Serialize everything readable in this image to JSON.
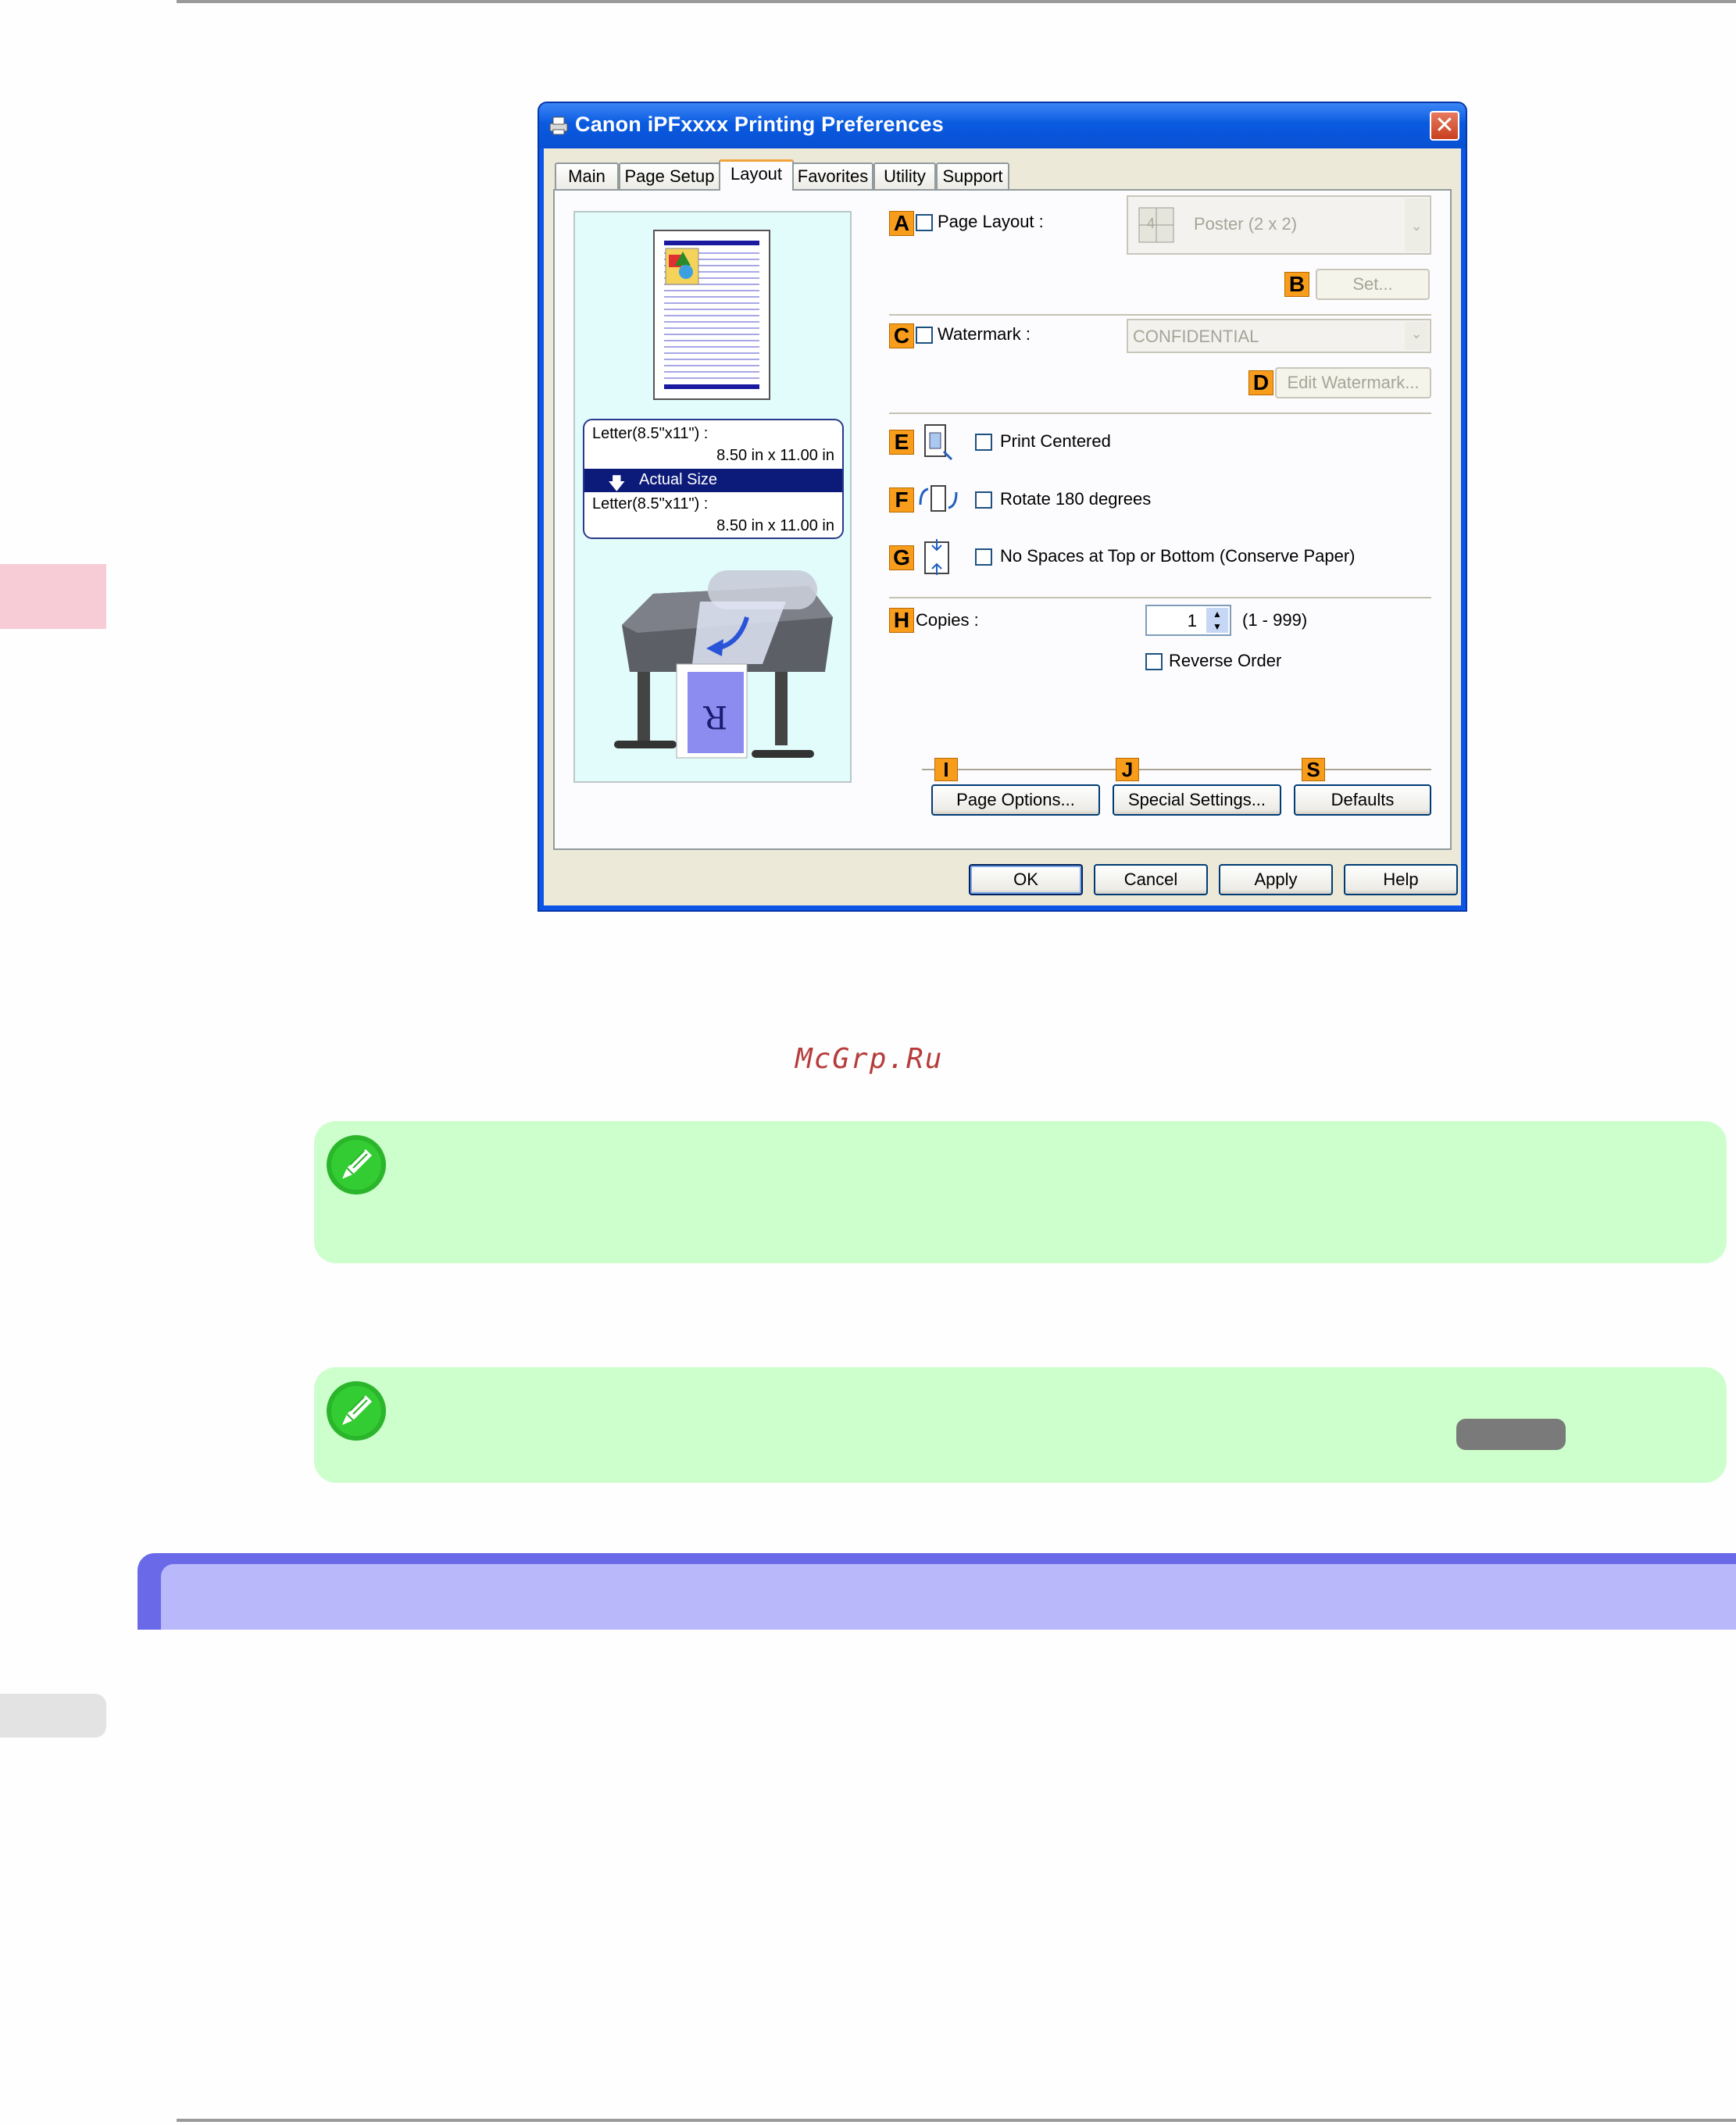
{
  "dialog": {
    "title": "Canon iPFxxxx Printing Preferences",
    "close_glyph": "✕",
    "tabs": [
      "Main",
      "Page Setup",
      "Layout",
      "Favorites",
      "Utility",
      "Support"
    ],
    "active_tab": "Layout",
    "preview": {
      "original_size": "Letter(8.5\"x11\") :",
      "original_dims": "8.50 in x 11.00 in",
      "scale": "Actual Size",
      "output_size": "Letter(8.5\"x11\") :",
      "output_dims": "8.50 in x 11.00 in",
      "printer_letter": "R"
    },
    "labels": {
      "A": "A",
      "B": "B",
      "C": "C",
      "D": "D",
      "E": "E",
      "F": "F",
      "G": "G",
      "H": "H",
      "I": "I",
      "J": "J",
      "S": "S"
    },
    "page_layout": {
      "label": "Page Layout :",
      "value": "Poster (2 x 2)",
      "icon_num": "4"
    },
    "set_button": "Set...",
    "watermark": {
      "label": "Watermark :",
      "value": "CONFIDENTIAL"
    },
    "edit_watermark_button": "Edit Watermark...",
    "print_centered": "Print Centered",
    "rotate": "Rotate 180 degrees",
    "no_spaces": "No Spaces at Top or Bottom (Conserve Paper)",
    "copies": {
      "label": "Copies :",
      "value": "1",
      "range": "(1 - 999)"
    },
    "reverse_order": "Reverse Order",
    "page_options_button": "Page Options...",
    "special_settings_button": "Special Settings...",
    "defaults_button": "Defaults",
    "ok_button": "OK",
    "cancel_button": "Cancel",
    "apply_button": "Apply",
    "help_button": "Help"
  },
  "watermark_text": "McGrp.Ru"
}
